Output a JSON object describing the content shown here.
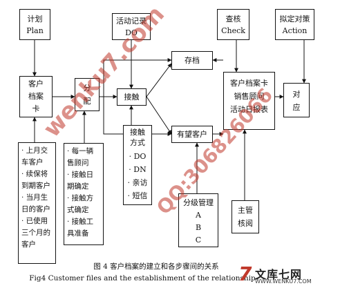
{
  "boxes": {
    "plan": {
      "line1": "计划",
      "line2": "Plan"
    },
    "activity_record": {
      "line1": "活动记录",
      "line2": "DO"
    },
    "check": {
      "line1": "查核",
      "line2": "Check"
    },
    "action": {
      "line1": "拟定对策",
      "line2": "Action"
    },
    "customer_file": {
      "l1": "客户",
      "l2": "档案",
      "l3": "卡"
    },
    "allocate": {
      "l1": "分",
      "l2": "配"
    },
    "archive": {
      "label": "存档"
    },
    "contact": {
      "label": "接触"
    },
    "file_card": {
      "l1": "客户档案卡",
      "l2": "销售顾问",
      "l3": "活动日报表"
    },
    "countermeasure": {
      "l1": "对",
      "l2": "应"
    },
    "contact_method": {
      "title1": "接触",
      "title2": "方式",
      "items": [
        "· DO",
        "· DN",
        "· 亲访",
        "· 短信"
      ]
    },
    "prospect": {
      "label": "有望客户"
    },
    "grade": {
      "title": "分级管理",
      "a": "A",
      "b": "B",
      "c": "C"
    },
    "supervisor": {
      "l1": "主管",
      "l2": "核阅"
    },
    "sources": {
      "lines": [
        "· 上月交",
        "车客户",
        "· 续保将",
        "到期客户",
        "· 当月生",
        "日的客户",
        "· 已使用",
        "三个月的",
        "客户"
      ]
    },
    "prep": {
      "lines": [
        "· 每一辆",
        "售顾问",
        "· 接触日",
        "期确定",
        "· 接触方",
        "式确定",
        "· 接触工",
        "具准备"
      ]
    }
  },
  "caption": {
    "zh": "图 4   客户档案的建立和各步骤间的关系",
    "en": "Fig4  Customer files and the establishment of the relationship"
  },
  "watermark": {
    "text1": "wenku7.com",
    "text2": "QQ:306826066",
    "color": "#c0392b"
  },
  "logo": {
    "mark": "7",
    "name": "文库七网",
    "url": "WWW.WENKU7.COM"
  }
}
